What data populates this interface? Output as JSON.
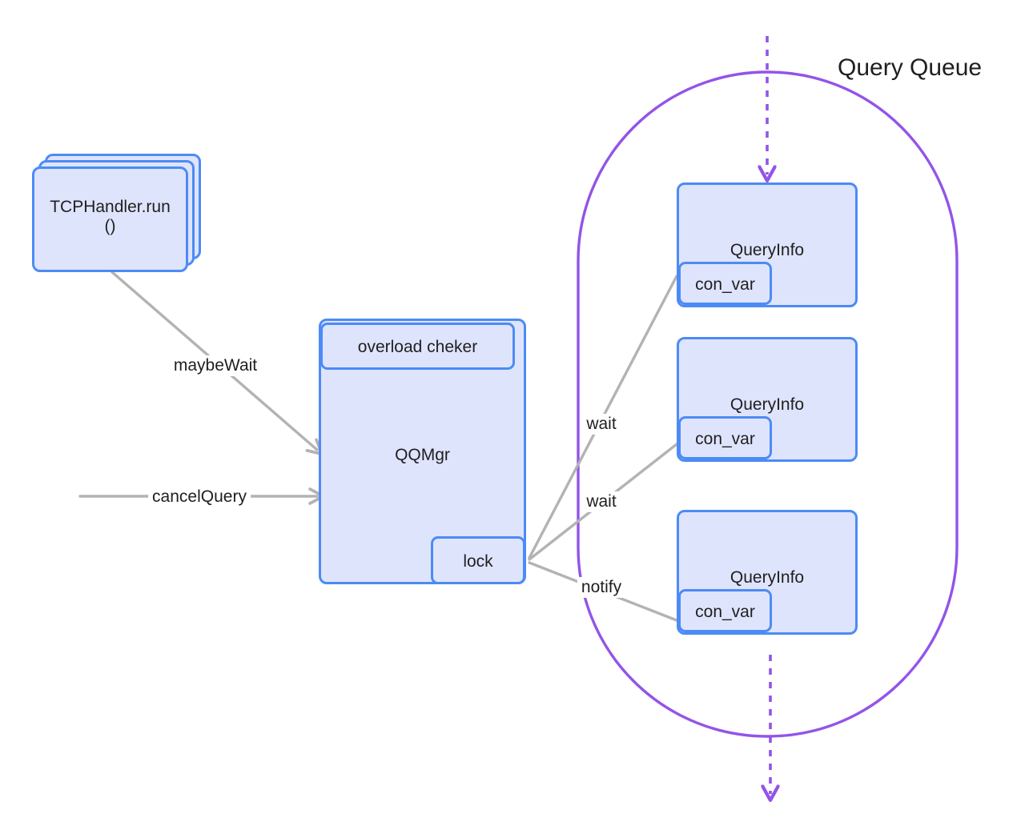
{
  "diagram": {
    "title": "Query Queue",
    "colors": {
      "node_fill": "#dfe4fd",
      "node_border": "#4c8bf5",
      "queue_outline": "#9354e8",
      "edge": "#b3b3b3",
      "text": "#1f1f1f",
      "background": "#ffffff"
    }
  },
  "nodes": {
    "tcp_handler": {
      "label": "TCPHandler.run\n()",
      "stack_count": 3
    },
    "qqmgr": {
      "label": "QQMgr"
    },
    "overload_checker": {
      "label": "overload cheker"
    },
    "lock": {
      "label": "lock"
    },
    "query_infos": [
      {
        "label": "QueryInfo",
        "con_var": "con_var"
      },
      {
        "label": "QueryInfo",
        "con_var": "con_var"
      },
      {
        "label": "QueryInfo",
        "con_var": "con_var"
      }
    ]
  },
  "edges": {
    "maybe_wait": "maybeWait",
    "cancel_query": "cancelQuery",
    "wait_1": "wait",
    "wait_2": "wait",
    "notify": "notify"
  }
}
